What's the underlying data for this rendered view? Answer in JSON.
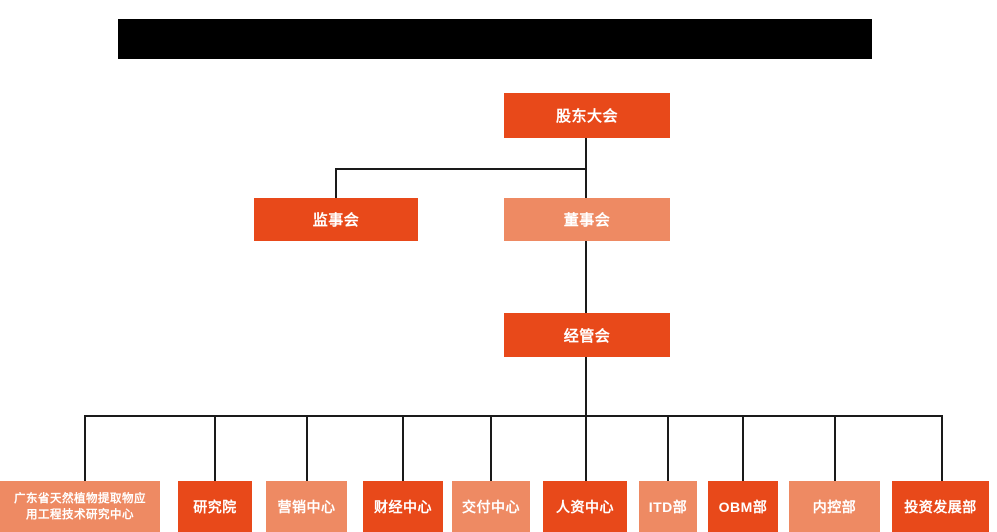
{
  "banner": {
    "redacted": true,
    "text": ""
  },
  "colors": {
    "dark_orange": "#e8491a",
    "light_orange": "#ee8a63",
    "line": "#1a1a1a",
    "banner": "#000000",
    "background": "#ffffff",
    "label_text": "#ffffff"
  },
  "chart": {
    "type": "org-chart",
    "levels": [
      {
        "level": 1,
        "nodes": [
          {
            "id": "shareholders-meeting",
            "label": "股东大会",
            "tone": "dark"
          }
        ]
      },
      {
        "level": 2,
        "nodes": [
          {
            "id": "board-of-supervisors",
            "label": "监事会",
            "tone": "dark"
          },
          {
            "id": "board-of-directors",
            "label": "董事会",
            "tone": "light"
          }
        ]
      },
      {
        "level": 3,
        "nodes": [
          {
            "id": "management-committee",
            "label": "经管会",
            "tone": "dark"
          }
        ]
      },
      {
        "level": 4,
        "nodes": [
          {
            "id": "guangdong-research-center",
            "label": "广东省天然植物提取物应\n用工程技术研究中心",
            "tone": "light"
          },
          {
            "id": "research-institute",
            "label": "研究院",
            "tone": "dark"
          },
          {
            "id": "marketing-center",
            "label": "营销中心",
            "tone": "light"
          },
          {
            "id": "finance-center",
            "label": "财经中心",
            "tone": "dark"
          },
          {
            "id": "delivery-center",
            "label": "交付中心",
            "tone": "light"
          },
          {
            "id": "hr-center",
            "label": "人资中心",
            "tone": "dark"
          },
          {
            "id": "itd-department",
            "label": "ITD部",
            "tone": "light"
          },
          {
            "id": "obm-department",
            "label": "OBM部",
            "tone": "dark"
          },
          {
            "id": "internal-control-department",
            "label": "内控部",
            "tone": "light"
          },
          {
            "id": "investment-development-department",
            "label": "投资发展部",
            "tone": "dark"
          }
        ]
      }
    ]
  },
  "nodes": {
    "shareholders_meeting": "股东大会",
    "board_of_supervisors": "监事会",
    "board_of_directors": "董事会",
    "management_committee": "经管会",
    "guangdong_research_center": "广东省天然植物提取物应\n用工程技术研究中心",
    "research_institute": "研究院",
    "marketing_center": "营销中心",
    "finance_center": "财经中心",
    "delivery_center": "交付中心",
    "hr_center": "人资中心",
    "itd_department": "ITD部",
    "obm_department": "OBM部",
    "internal_control_department": "内控部",
    "investment_development_department": "投资发展部"
  }
}
